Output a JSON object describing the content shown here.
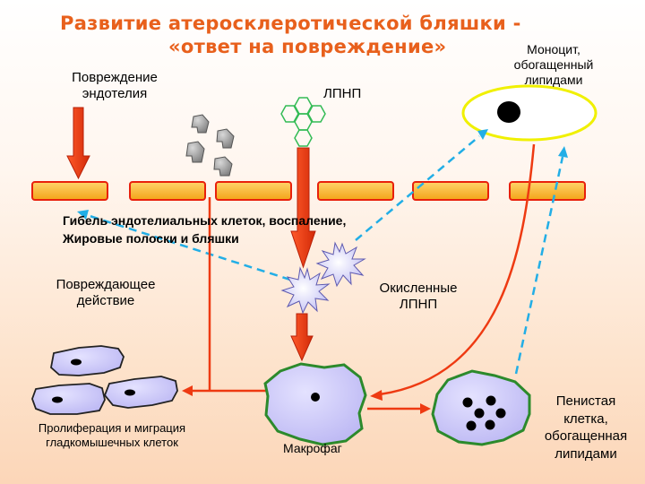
{
  "title": {
    "line1": "Развитие атеросклеротической бляшки -",
    "line2": "«ответ на повреждение»"
  },
  "labels": {
    "endothelium_damage_line1": "Повреждение",
    "endothelium_damage_line2": "эндотелия",
    "ldl": "ЛПНП",
    "monocyte_line1": "Моноцит,",
    "monocyte_line2": "обогащенный",
    "monocyte_line3": "липидами",
    "death_line1": "Гибель эндотелиальных клеток, воспаление,",
    "death_line2": "Жировые полоски и бляшки",
    "damaging_line1": "Повреждающее",
    "damaging_line2": "действие",
    "oxidized_line1": "Окисленные",
    "oxidized_line2": "ЛПНП",
    "proliferation_line1": "Пролиферация и миграция",
    "proliferation_line2": "гладкомышечных клеток",
    "macrophage": "Макрофаг",
    "foam_line1": "Пенистая",
    "foam_line2": "клетка,",
    "foam_line3": "обогащенная",
    "foam_line4": "липидами"
  },
  "colors": {
    "title": "#e8601c",
    "arrow_red": "#ee3a12",
    "endothelium_fill": "#f7b02e",
    "endothelium_border": "#e8200c",
    "dashed_blue": "#22aee6",
    "cell_fill": "#c9c5f6",
    "cell_border_green": "#2c8a2c",
    "ldl_green": "#33bb55",
    "monocyte_border": "#f0f000",
    "platelet_gray": "#8a8a8a"
  }
}
